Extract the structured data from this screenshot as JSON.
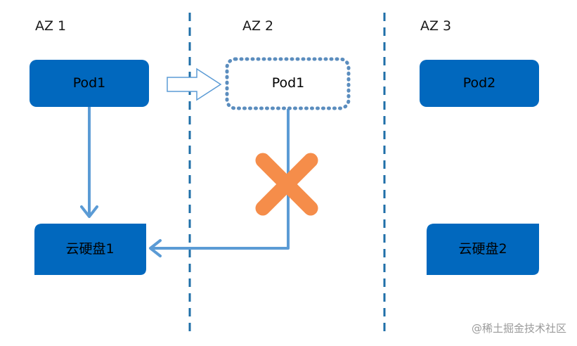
{
  "zones": [
    {
      "label": "AZ 1"
    },
    {
      "label": "AZ 2"
    },
    {
      "label": "AZ 3"
    }
  ],
  "nodes": {
    "pod1_az1": {
      "label": "Pod1"
    },
    "pod1_az2": {
      "label": "Pod1"
    },
    "pod2_az3": {
      "label": "Pod2"
    },
    "disk1_az1": {
      "label": "云硬盘1"
    },
    "disk2_az3": {
      "label": "云硬盘2"
    }
  },
  "watermark": "@稀土掘金技术社区",
  "colors": {
    "box_blue": "#0168BE",
    "connector_blue": "#5B9BD5",
    "divider_blue": "#1F6FA8",
    "dotted_border": "#5B8DBE",
    "cross_orange": "#F58D4A"
  }
}
